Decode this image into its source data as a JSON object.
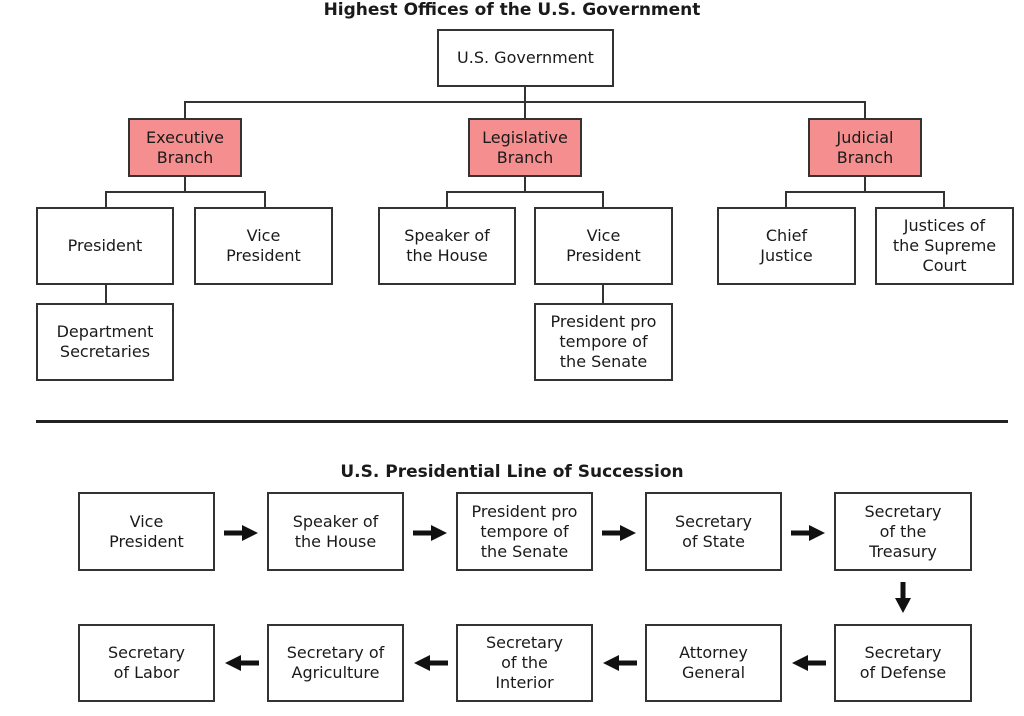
{
  "org_chart": {
    "title": "Highest Offices of the U.S. Government",
    "root": "U.S. Government",
    "executive": {
      "branch": "Executive\nBranch",
      "president": "President",
      "vice_president": "Vice\nPresident",
      "department_secretaries": "Department\nSecretaries"
    },
    "legislative": {
      "branch": "Legislative\nBranch",
      "speaker": "Speaker of\nthe House",
      "vice_president": "Vice\nPresident",
      "president_pro_tempore": "President pro\ntempore of\nthe Senate"
    },
    "judicial": {
      "branch": "Judicial\nBranch",
      "chief_justice": "Chief\nJustice",
      "justices": "Justices of\nthe Supreme\nCourt"
    },
    "branch_color": "#f58f8f"
  },
  "succession": {
    "title": "U.S. Presidential Line of Succession",
    "steps": [
      "Vice\nPresident",
      "Speaker of\nthe House",
      "President pro\ntempore of\nthe Senate",
      "Secretary\nof State",
      "Secretary\nof the\nTreasury",
      "Secretary\nof Defense",
      "Attorney\nGeneral",
      "Secretary\nof the\nInterior",
      "Secretary of\nAgriculture",
      "Secretary\nof Labor"
    ]
  }
}
